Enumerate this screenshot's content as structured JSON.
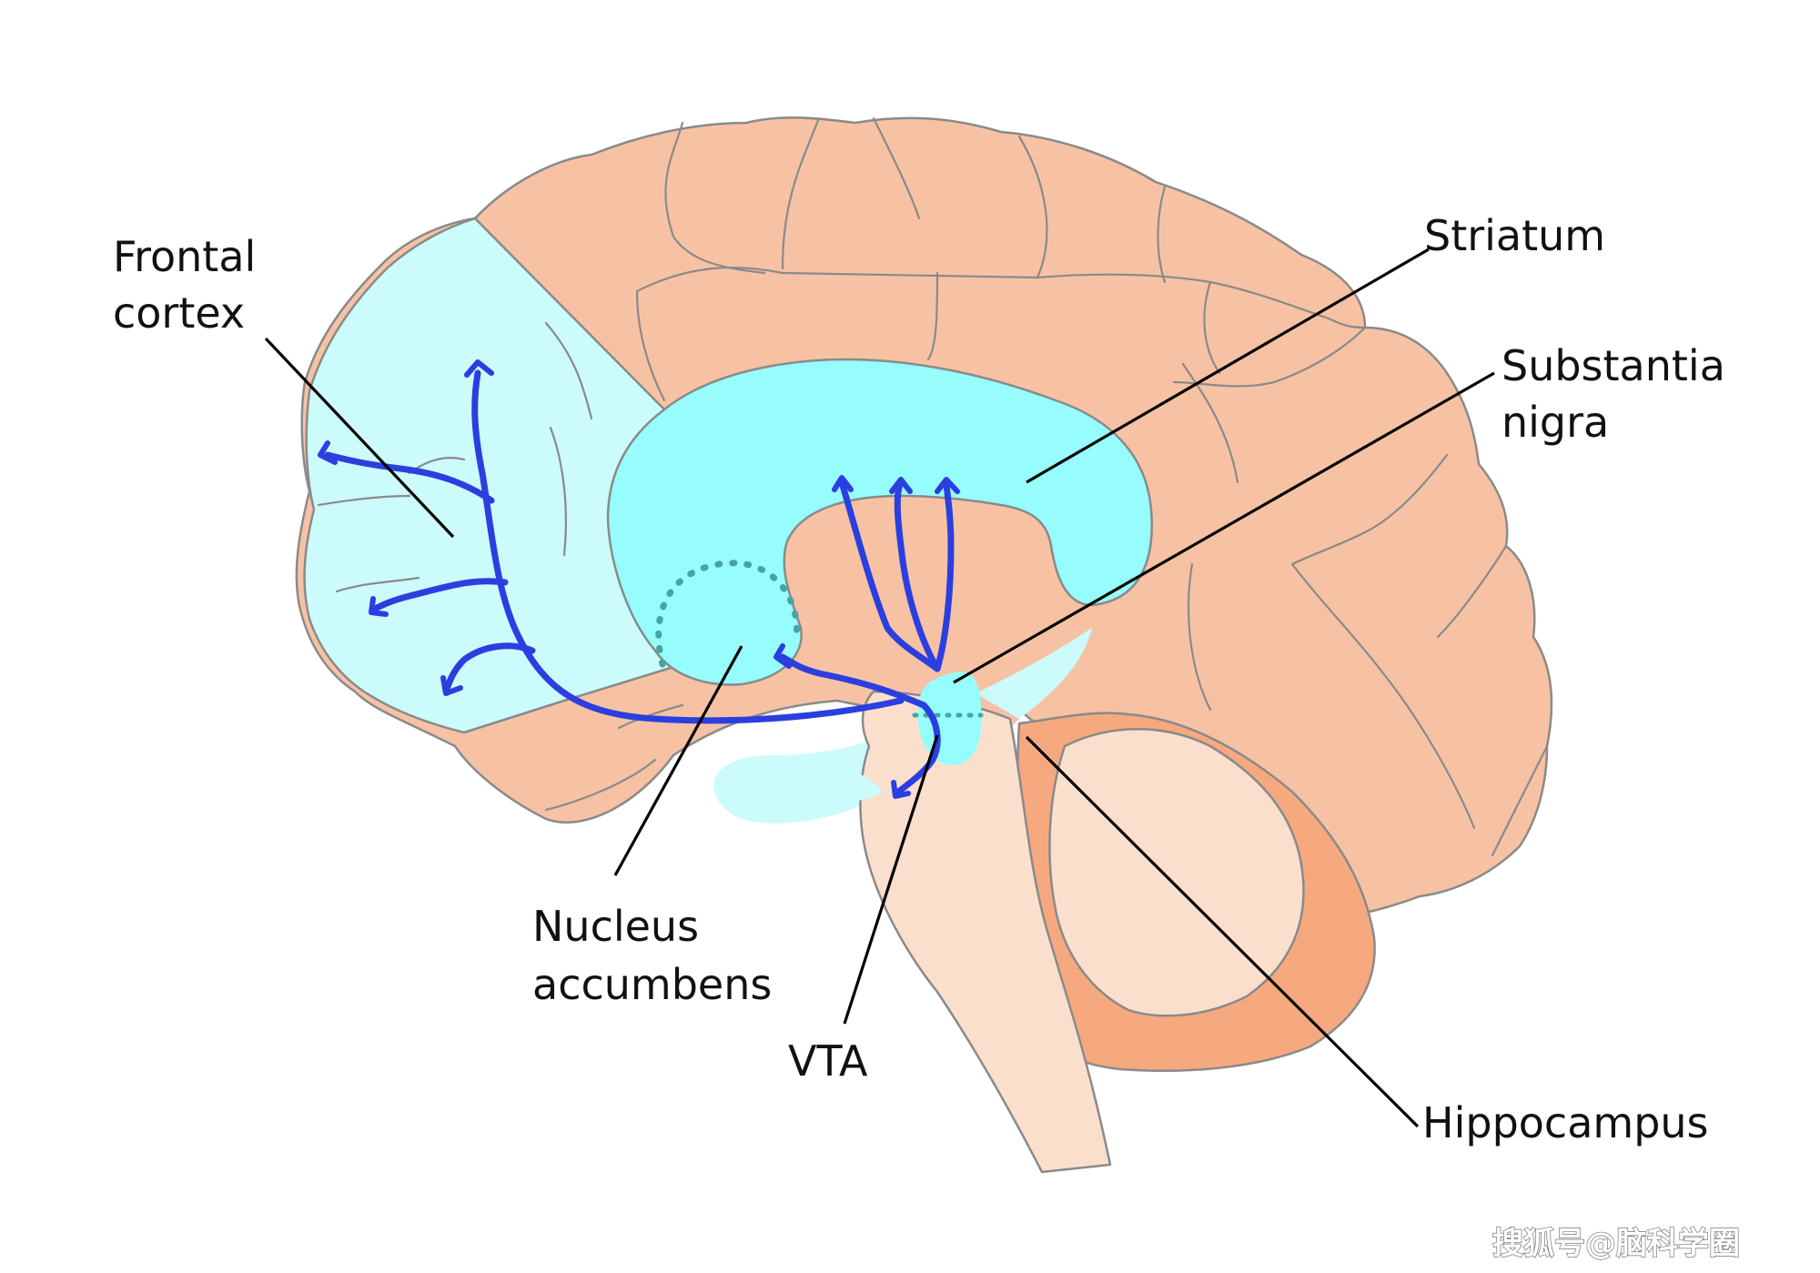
{
  "labels": {
    "frontal_cortex": [
      "Frontal",
      "cortex"
    ],
    "striatum": "Striatum",
    "substantia_nigra": [
      "Substantia",
      "nigra"
    ],
    "nucleus_accumbens": [
      "Nucleus",
      "accumbens"
    ],
    "vta": "VTA",
    "hippocampus": "Hippocampus"
  },
  "watermark": "搜狐号@脑科学圈",
  "colors": {
    "cortex": "#f7c2a4",
    "frontal_region": "#ccfbfb",
    "striatum": "#96fcfc",
    "pathway": "#2b3fe0",
    "cerebellum_outer": "#f6a97f",
    "cerebellum_inner": "#fbdfcd",
    "brainstem": "#fbdfcd",
    "hippocampus": "#ccfbfb",
    "accumbens_dots": "#4aa3a3",
    "outline": "#8a8a8a"
  }
}
